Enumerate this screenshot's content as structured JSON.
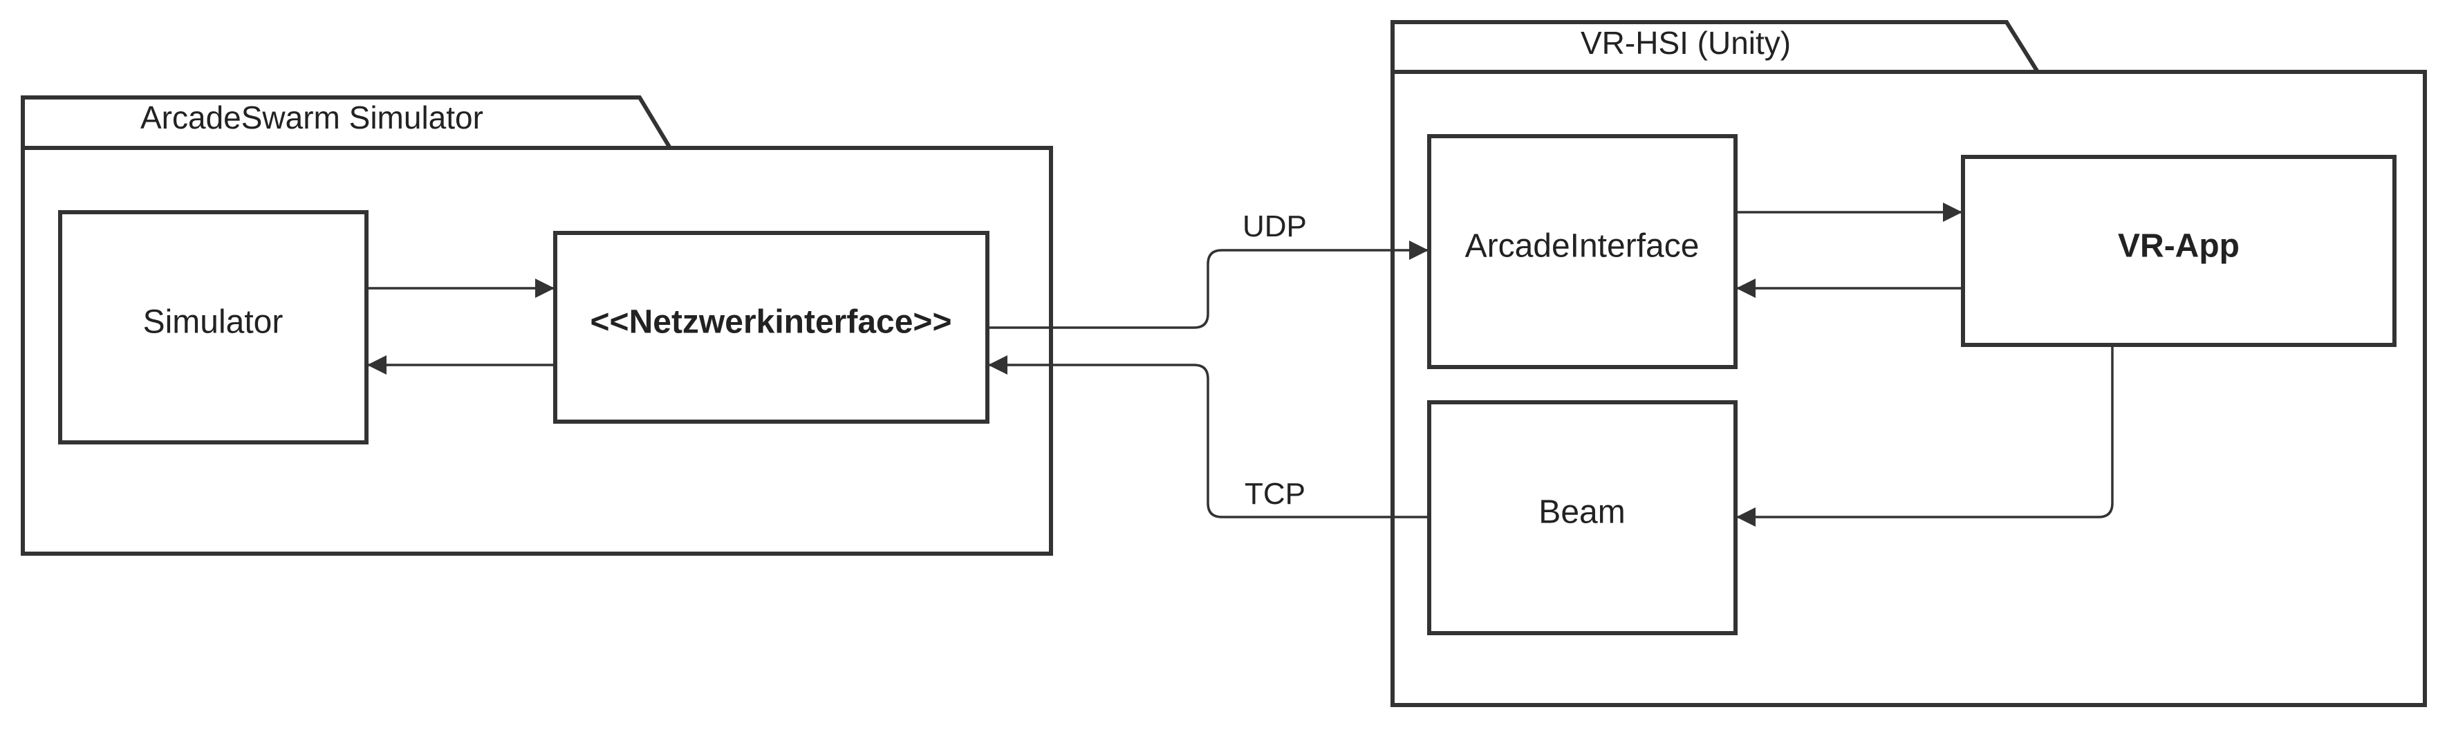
{
  "packages": {
    "arcade": {
      "title": "ArcadeSwarm Simulator"
    },
    "vr": {
      "title": "VR-HSI (Unity)"
    }
  },
  "nodes": {
    "simulator": "Simulator",
    "netzwerk": "<<Netzwerkinterface>>",
    "arcade_interface": "ArcadeInterface",
    "vr_app": "VR-App",
    "beam": "Beam"
  },
  "edges": {
    "udp": "UDP",
    "tcp": "TCP"
  },
  "colors": {
    "stroke": "#333333",
    "background": "#ffffff"
  }
}
